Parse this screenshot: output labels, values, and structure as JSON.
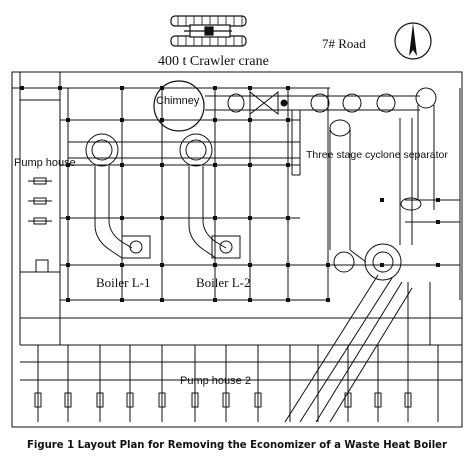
{
  "labels": {
    "crane": "400 t Crawler crane",
    "road": "7# Road",
    "chimney": "Chimney",
    "separator": "Three stage cyclone separator",
    "pump_house_1": "Pump house",
    "boiler_l1": "Boiler L-1",
    "boiler_l2": "Boiler L-2",
    "pump_house_2": "Pump house 2"
  },
  "caption": "Figure 1 Layout Plan for Removing the Economizer of a Waste Heat Boiler",
  "icons": [
    "crawler-crane-icon",
    "north-arrow-icon"
  ],
  "colors": {
    "line": "#111111",
    "background": "#ffffff"
  }
}
